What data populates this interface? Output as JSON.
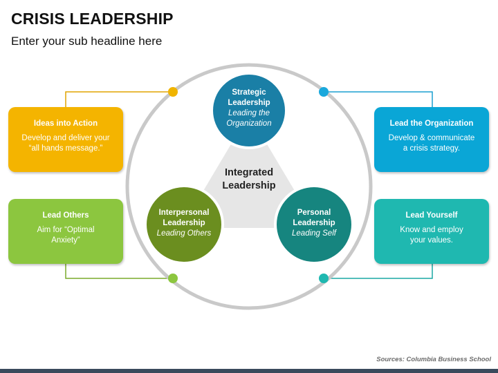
{
  "title": "CRISIS LEADERSHIP",
  "subtitle": "Enter your sub headline here",
  "center": {
    "line1": "Integrated",
    "line2": "Leadership"
  },
  "circles": {
    "strategic": {
      "line1": "Strategic",
      "line2": "Leadership",
      "sub1": "Leading the",
      "sub2": "Organization",
      "color": "#1a7fa6"
    },
    "interpersonal": {
      "line1": "Interpersonal",
      "line2": "Leadership",
      "sub1": "Leading Others",
      "color": "#6b8e1f"
    },
    "personal": {
      "line1": "Personal",
      "line2": "Leadership",
      "sub1": "Leading Self",
      "color": "#16857f"
    }
  },
  "boxes": {
    "ideas": {
      "head": "Ideas into Action",
      "body1": "Develop and deliver your",
      "body2": "“all hands message.”",
      "color": "#f4b400"
    },
    "lead_others": {
      "head": "Lead Others",
      "body1": "Aim for “Optimal",
      "body2": "Anxiety”",
      "color": "#8cc63f"
    },
    "lead_org": {
      "head": "Lead the Organization",
      "body1": "Develop & communicate",
      "body2": "a crisis strategy.",
      "color": "#0aa6d6"
    },
    "lead_yourself": {
      "head": "Lead Yourself",
      "body1": "Know and employ",
      "body2": "your values.",
      "color": "#1fb8b0"
    }
  },
  "source": "Sources: Columbia Business School",
  "colors": {
    "ring": "#c9c9c9",
    "triangle": "#e6e6e6",
    "connector_yellow": "#e0a400",
    "connector_blue": "#1a9fd0",
    "connector_green": "#7aaa2a",
    "connector_teal": "#1aa7a3"
  }
}
